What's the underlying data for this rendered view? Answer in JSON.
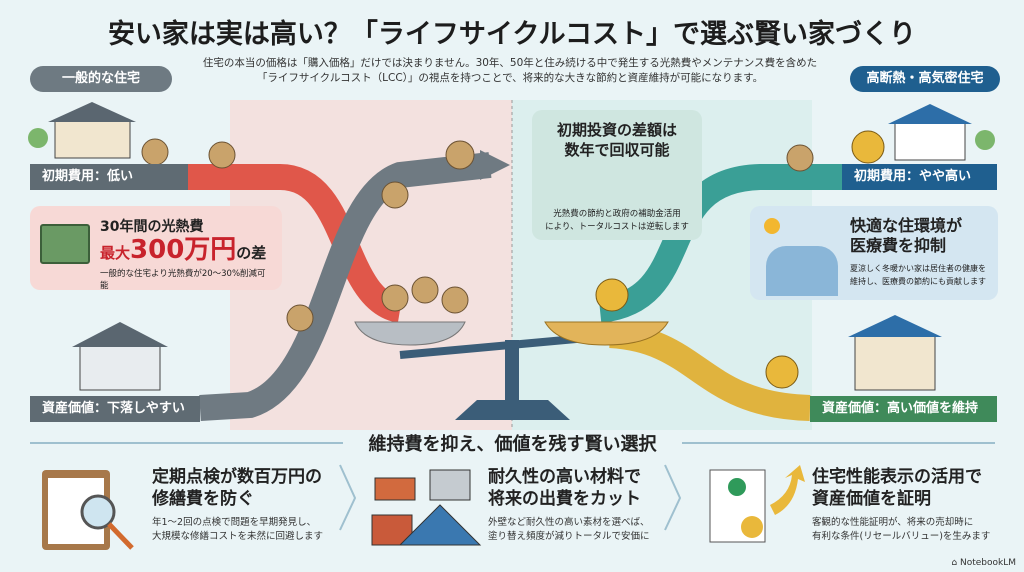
{
  "title": "安い家は実は高い？「ライフサイクルコスト」で選ぶ賢い家づくり",
  "intro": [
    "住宅の本当の価格は「購入価格」だけでは決まりません。30年、50年と住み続ける中で発生する光熱費やメンテナンス費を含めた",
    "「ライフサイクルコスト（LCC）」の視点を持つことで、将来的な大きな節約と資産維持が可能になります。"
  ],
  "left": {
    "label": "一般的な住宅",
    "initial_cost": "初期費用：低い",
    "asset_value": "資産価値：下落しやすい",
    "callout": {
      "line1": "30年間の光熱費",
      "prefix": "最大",
      "amount": "300万円",
      "suffix": "の差",
      "note": "一般的な住宅より光熱費が20〜30%削減可能"
    }
  },
  "center": {
    "title": [
      "初期投資の差額は",
      "数年で回収可能"
    ],
    "note": [
      "光熱費の節約と政府の補助金活用",
      "により、トータルコストは逆転します"
    ]
  },
  "right": {
    "label": "高断熱・高気密住宅",
    "initial_cost": "初期費用：やや高い",
    "asset_value": "資産価値：高い価値を維持",
    "callout": {
      "title": [
        "快適な住環境が",
        "医療費を抑制"
      ],
      "note": [
        "夏涼しく冬暖かい家は居住者の健康を",
        "維持し、医療費の節約にも貢献します"
      ]
    }
  },
  "section_title": "維持費を抑え、価値を残す賢い選択",
  "items": [
    {
      "title": [
        "定期点検が数百万円の",
        "修繕費を防ぐ"
      ],
      "desc": [
        "年1〜2回の点検で問題を早期発見し、",
        "大規模な修繕コストを未然に回避します"
      ]
    },
    {
      "title": [
        "耐久性の高い材料で",
        "将来の出費をカット"
      ],
      "desc": [
        "外壁など耐久性の高い素材を選べば、",
        "塗り替え頻度が減りトータルで安価に"
      ]
    },
    {
      "title": [
        "住宅性能表示の活用で",
        "資産価値を証明"
      ],
      "desc": [
        "客観的な性能証明が、将来の売却時に",
        "有利な条件(リセールバリュー)を生みます"
      ]
    }
  ],
  "watermark": "NotebookLM",
  "colors": {
    "left_bar": "#5f6b73",
    "right_bar": "#1f5f8f",
    "green_bar": "#3f8a5a",
    "red_road": "#e0574a",
    "grey_road": "#6f7a82",
    "teal_road": "#3a9f96",
    "gold_road": "#e0b33e",
    "accent_red": "#c8232c"
  }
}
